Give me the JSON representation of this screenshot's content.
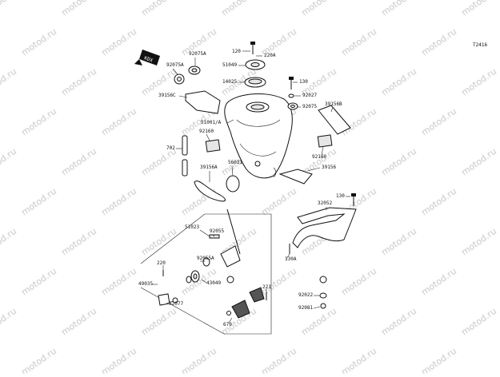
{
  "diagram": {
    "ref_code": "T2416",
    "watermark": "motod.ru",
    "badge_text": "KDX",
    "parts": [
      "120",
      "220A",
      "51049",
      "92075A",
      "92075A",
      "14025",
      "130",
      "92027",
      "92075",
      "39156C",
      "39156B",
      "51001/A",
      "92160",
      "92160",
      "702",
      "56031",
      "39156A",
      "39156",
      "130",
      "32052",
      "51023",
      "92055",
      "220",
      "92055A",
      "43049",
      "49035",
      "92077",
      "130A",
      "221",
      "92022",
      "92081",
      "670"
    ]
  }
}
